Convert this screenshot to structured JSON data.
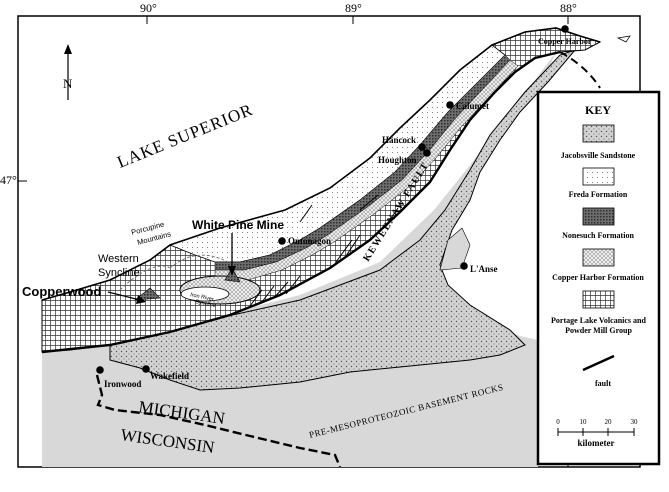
{
  "map": {
    "longitudes": [
      "90°",
      "89°",
      "88°"
    ],
    "latitude": "47°",
    "north": "N",
    "water": [
      "LAKE SUPERIOR"
    ],
    "states": [
      "MICHIGAN",
      "WISCONSIN"
    ],
    "basement": "PRE-MESOPROTEOZOIC BASEMENT ROCKS",
    "fault": "KEWEENAW FAULT",
    "features": {
      "porcupine": [
        "Porcupine",
        "Mountains"
      ],
      "western_syncline": [
        "Western",
        "Syncline"
      ],
      "iron_river": [
        "Iron River",
        "Syncline"
      ]
    },
    "sites": {
      "white_pine": "White Pine Mine",
      "copperwood": "Copperwood"
    },
    "towns": {
      "copper_harbor": "Copper Harbor",
      "calumet": "Calumet",
      "hancock": "Hancock",
      "houghton": "Houghton",
      "ontonagon": "Ontonagon",
      "lanse": "L'Anse",
      "ironwood": "Ironwood",
      "wakefield": "Wakefield"
    }
  },
  "key": {
    "title": "KEY",
    "items": [
      "Jacobsville Sandstone",
      "Freda Formation",
      "Nonesuch Formation",
      "Copper Harbor Formation",
      "Portage Lake Volcanics and Powder Mill Group",
      "fault"
    ],
    "scale": {
      "ticks": [
        "0",
        "10",
        "20",
        "30"
      ],
      "unit": "kilometer"
    }
  }
}
